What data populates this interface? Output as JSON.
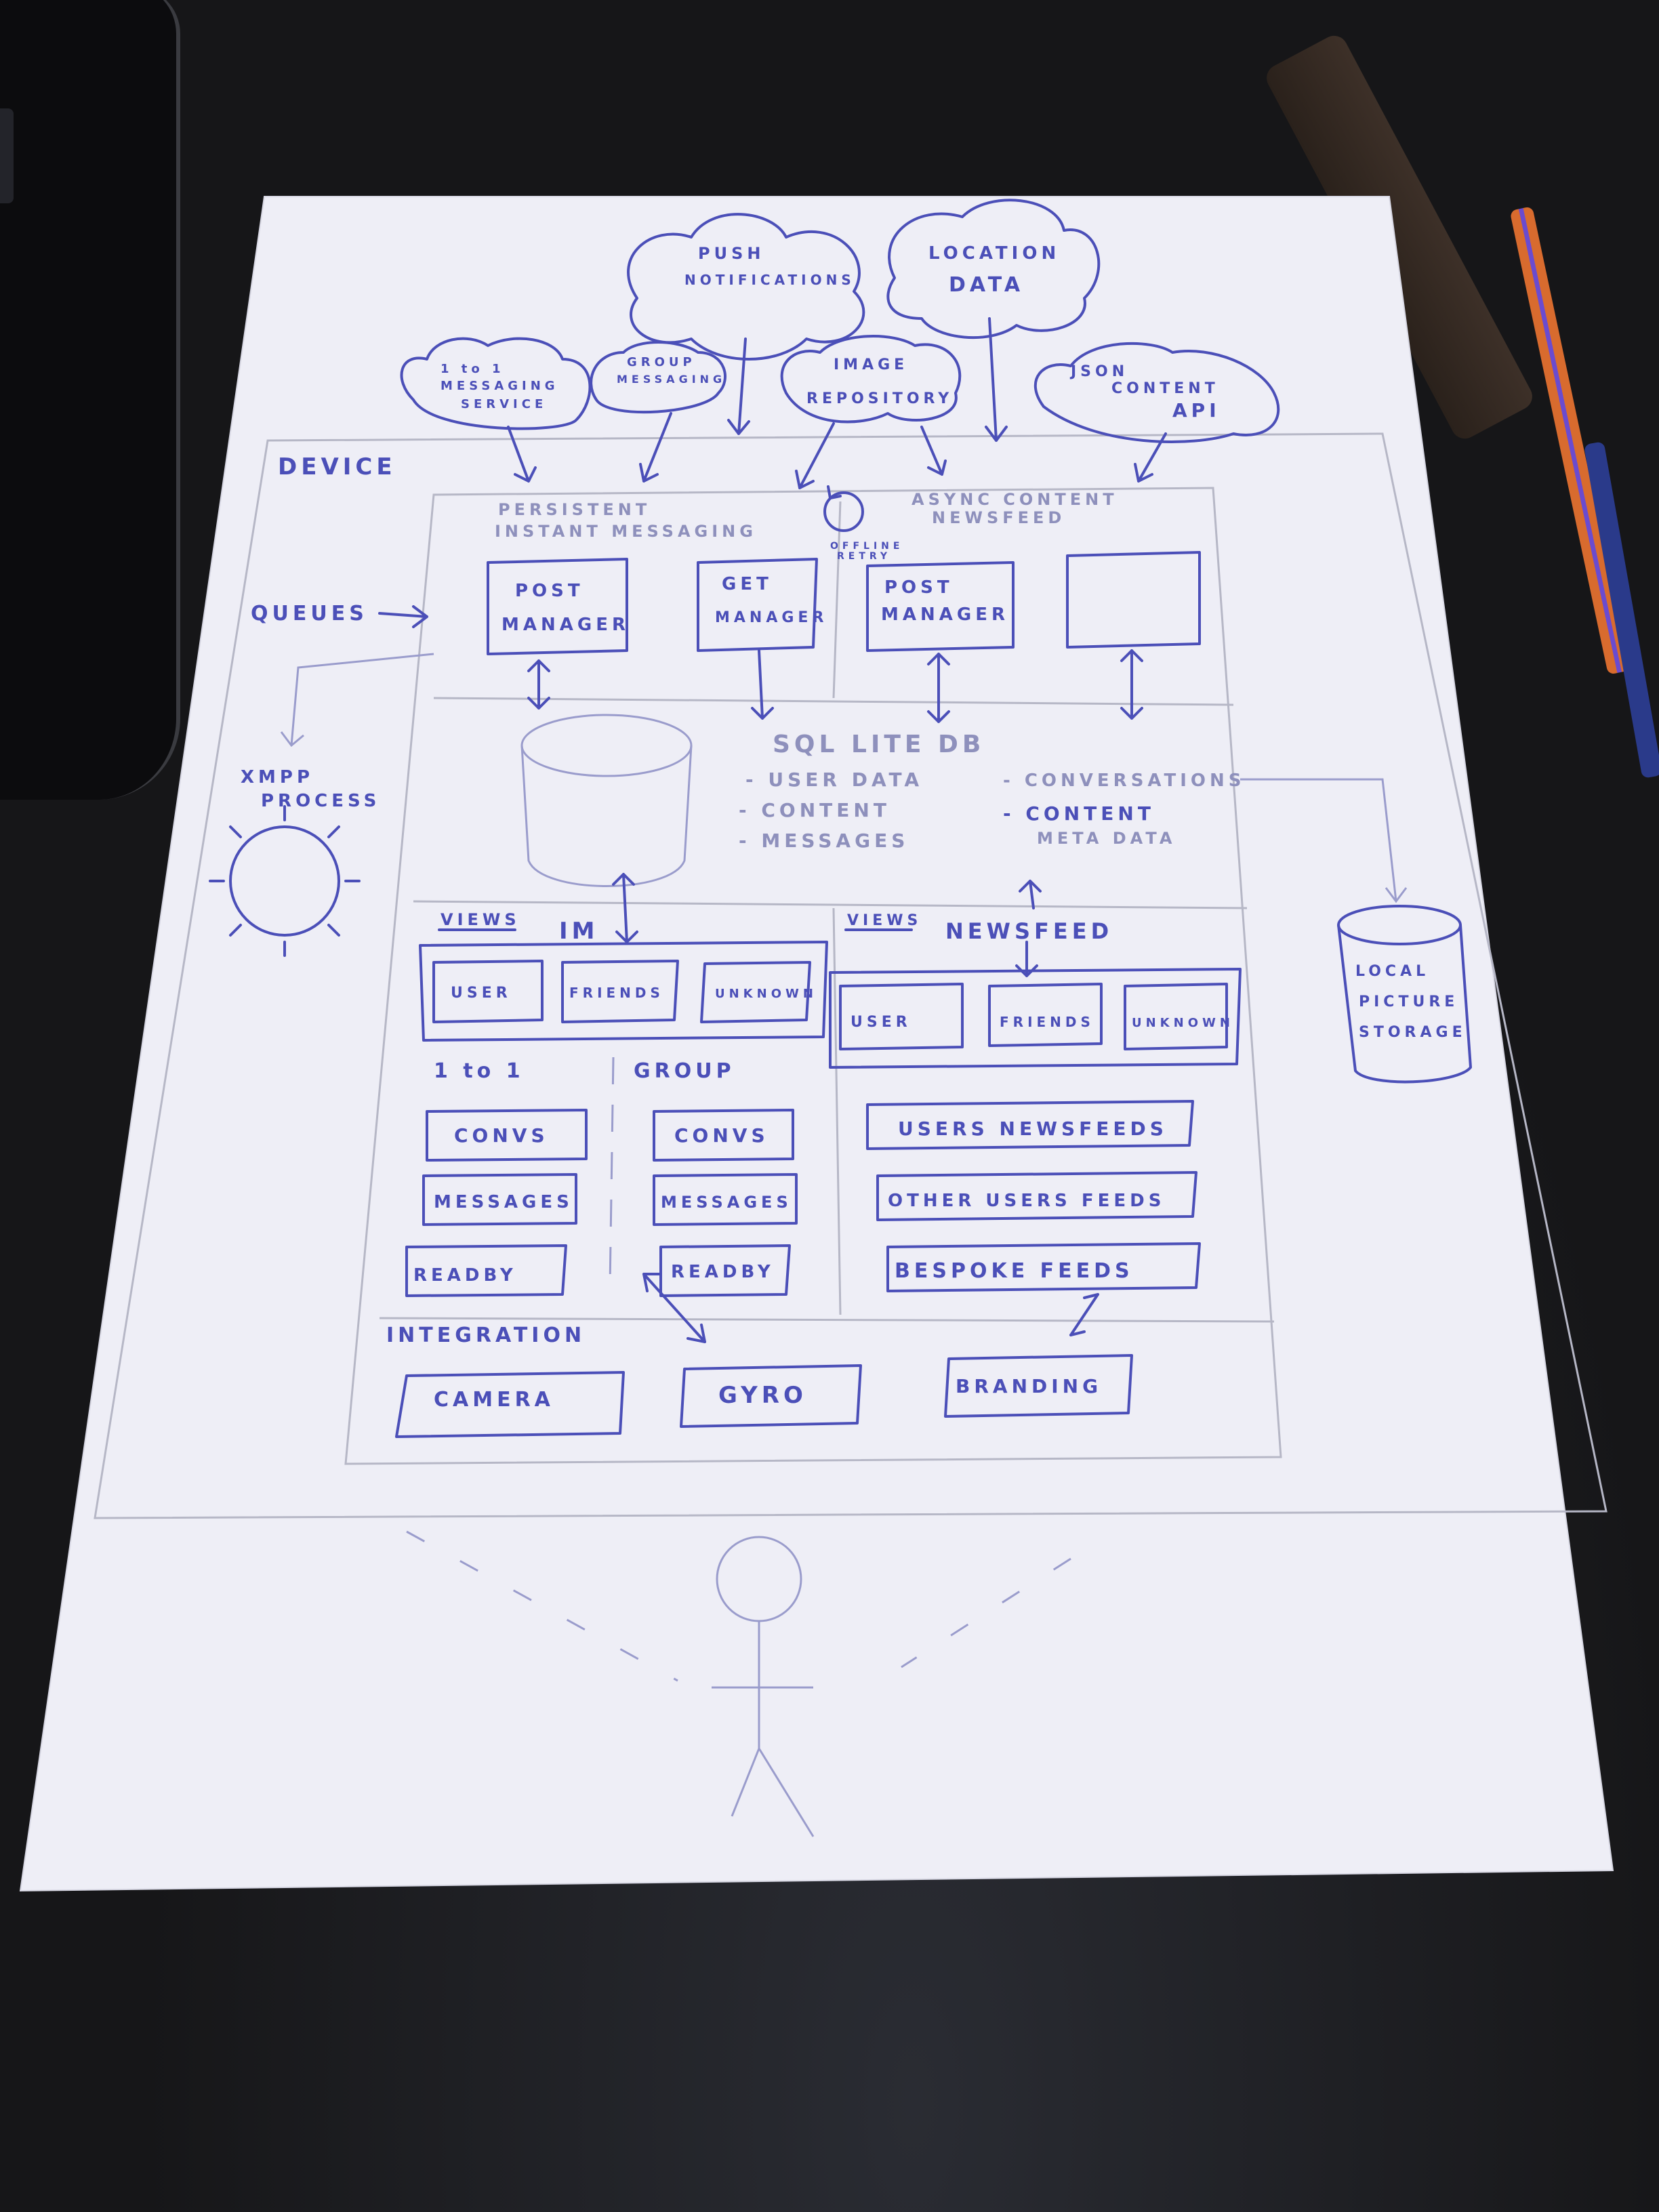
{
  "diagram": {
    "clouds": {
      "push_notifications": [
        "PUSH",
        "NOTIFICATIONS"
      ],
      "location_data": [
        "LOCATION",
        "DATA"
      ],
      "messaging_service": [
        "1 to 1",
        "MESSAGING",
        "SERVICE"
      ],
      "group_messaging": [
        "GROUP",
        "MESSAGING"
      ],
      "image_repository": [
        "IMAGE",
        "REPOSITORY"
      ],
      "json_content_api": [
        "JSON",
        "CONTENT",
        "API"
      ]
    },
    "device_label": "DEVICE",
    "queues_label": "QUEUES",
    "xmpp_process": [
      "XMPP",
      "PROCESS"
    ],
    "persistent_im": [
      "PERSISTENT",
      "INSTANT MESSAGING"
    ],
    "async_newsfeed": [
      "ASYNC CONTENT",
      "NEWSFEED"
    ],
    "offline_retry": [
      "OFFLINE",
      "RETRY"
    ],
    "managers": {
      "post_manager_1": [
        "POST",
        "MANAGER"
      ],
      "get_manager": [
        "GET",
        "MANAGER"
      ],
      "post_manager_2": [
        "POST",
        "MANAGER"
      ]
    },
    "sqlite_title": "SQL  LITE  DB",
    "sqlite_items_left": [
      "- USER  DATA",
      "- CONTENT",
      "- MESSAGES"
    ],
    "sqlite_items_right": [
      "- CONVERSATIONS",
      "- CONTENT",
      "META DATA"
    ],
    "views_label_1": "VIEWS",
    "im_label": "IM",
    "views_label_2": "VIEWS",
    "newsfeed_label": "NEWSFEED",
    "im_tabs": [
      "USER",
      "FRIENDS",
      "UNKNOWN"
    ],
    "nf_tabs": [
      "USER",
      "FRIENDS",
      "UNKNOWN"
    ],
    "one_to_one_label": "1 to 1",
    "group_label": "GROUP",
    "one_to_one_items": [
      "CONVS",
      "MESSAGES",
      "READBY"
    ],
    "group_items": [
      "CONVS",
      "MESSAGES",
      "READBY"
    ],
    "feeds": [
      "USERS NEWSFEEDS",
      "OTHER USERS FEEDS",
      "BESPOKE FEEDS"
    ],
    "integration_label": "INTEGRATION",
    "integration_items": [
      "CAMERA",
      "GYRO",
      "BRANDING"
    ],
    "local_storage": [
      "LOCAL",
      "PICTURE",
      "STORAGE"
    ]
  }
}
